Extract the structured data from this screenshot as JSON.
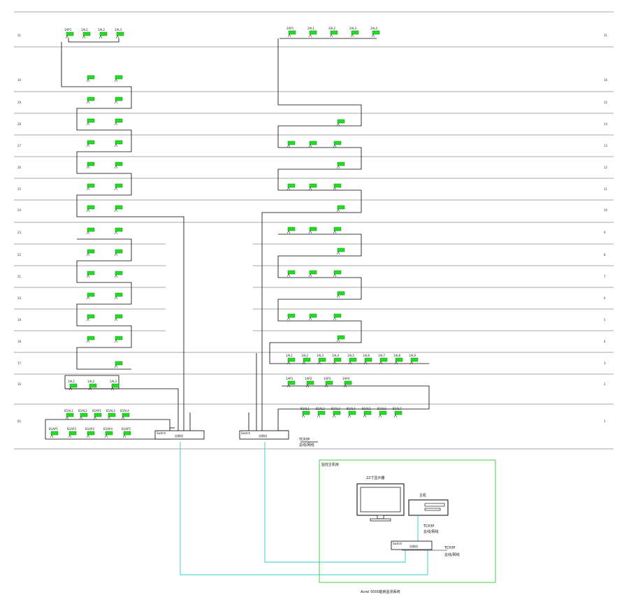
{
  "left_floor_labels": [
    "31",
    "30",
    "29",
    "28",
    "27",
    "26",
    "25",
    "24",
    "23",
    "22",
    "21",
    "20",
    "19",
    "18",
    "17",
    "16",
    "B1"
  ],
  "right_floor_labels": [
    "31",
    "16",
    "15",
    "14",
    "13",
    "12",
    "11",
    "10",
    "9",
    "8",
    "7",
    "6",
    "5",
    "4",
    "3",
    "2",
    "1"
  ],
  "left_top_meters": [
    "1AP1",
    "1AL1",
    "1AL2",
    "1AL3"
  ],
  "right_top_meters": [
    "2AP1",
    "2AL1",
    "2AL2",
    "2AL3",
    "2AL4"
  ],
  "left_basement_row1": [
    "B1AL1",
    "B1AL2",
    "B1AP1",
    "B1AL3",
    "B1AL4"
  ],
  "left_basement_row2": [
    "B1AP1",
    "B1AP2",
    "B1AP3",
    "B1AP4",
    "B1AP5"
  ],
  "right_row_ground": [
    "1AL1",
    "1AL2",
    "1AL3",
    "1AL4",
    "1AL5",
    "1AL6",
    "1AL7",
    "1AL8",
    "1AL9"
  ],
  "right_row_1f_lower": [
    "1AP1",
    "1AP2",
    "1AP3",
    "1AP4"
  ],
  "right_row_basement": [
    "B1AL1",
    "B1AL2",
    "B1AL3",
    "B1AL4",
    "B1AL5",
    "B1AL6",
    "B1AL7"
  ],
  "left_misc": [
    "1AL1",
    "1AL2",
    "1AL3"
  ],
  "left_switch_label": "交换机",
  "right_switch_label": "交换机",
  "left_switch_tag": "Switch",
  "right_switch_tag": "Switch",
  "tcpip_label": "TCP/IP",
  "bus_label": "总线/网线",
  "monitor_room_title": "监控主机房",
  "monitor_label": "22寸显示器",
  "host_label": "主机",
  "host_tcpip": "TCP/IP",
  "host_bus": "总线/网线",
  "room_switch_tag": "Switch",
  "room_switch_label": "交换机",
  "room_tcpip": "TCP/IP",
  "room_bus": "总线/网线",
  "footer_caption": "Acrel 5000能耗监测系统",
  "colors": {
    "meter_fill": "#22dd22",
    "meter_stroke": "#118811",
    "fiber": "#33cccc",
    "room_border": "#44cc44",
    "wire": "#000000",
    "floor_line": "#555555"
  }
}
